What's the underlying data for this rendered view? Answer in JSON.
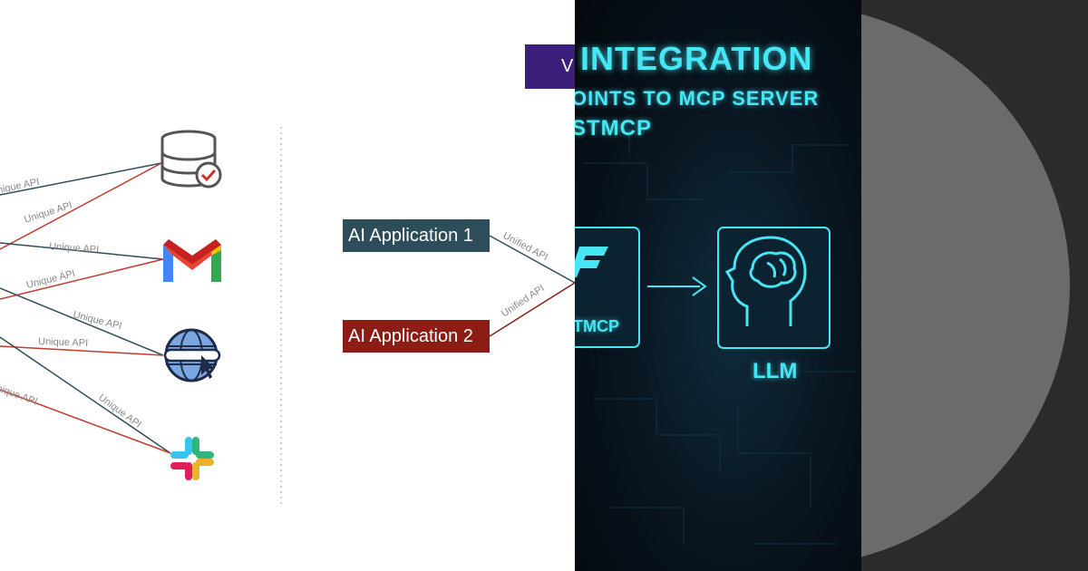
{
  "left_diagram": {
    "connection_label": "Unique API",
    "unified_label": "Unified API",
    "app1": "AI Application 1",
    "app2": "AI Application 2",
    "colors": {
      "teal": "#2e4d5b",
      "red": "#c23b2e",
      "dark_red": "#8c1d15"
    },
    "icons": [
      "database-check-icon",
      "gmail-icon",
      "web-browser-icon",
      "slack-icon"
    ]
  },
  "title_partial": "V",
  "neon": {
    "title": "INTEGRATION",
    "line1": "OINTS TO MCP SERVER",
    "line2": "STMCP",
    "left_label": "TMCP",
    "llm_label": "LLM",
    "color": "#46e6f4"
  }
}
